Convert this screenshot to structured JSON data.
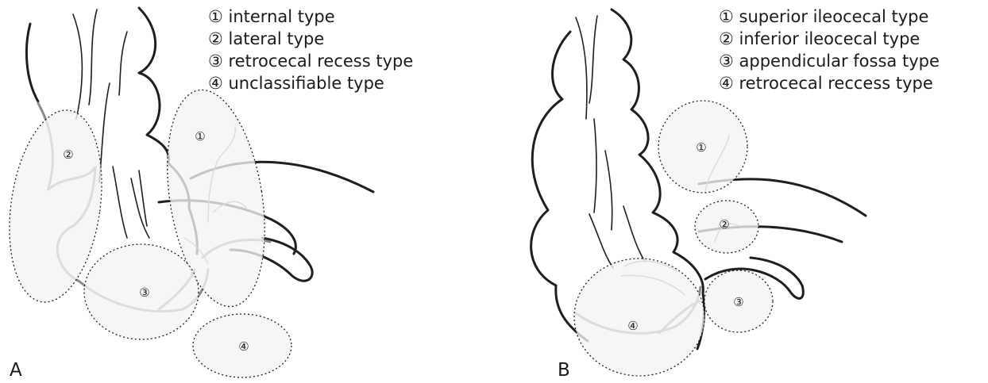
{
  "panels": [
    {
      "letter": "A",
      "legend": [
        "① internal type",
        "② lateral type",
        "③ retrocecal recess type",
        "④ unclassifiable type"
      ],
      "region_labels": [
        "①",
        "②",
        "③",
        "④"
      ]
    },
    {
      "letter": "B",
      "legend": [
        "① superior ileocecal type",
        "② inferior ileocecal type",
        "③ appendicular fossa type",
        "④ retrocecal reccess type"
      ],
      "region_labels": [
        "①",
        "②",
        "③",
        "④"
      ]
    }
  ]
}
